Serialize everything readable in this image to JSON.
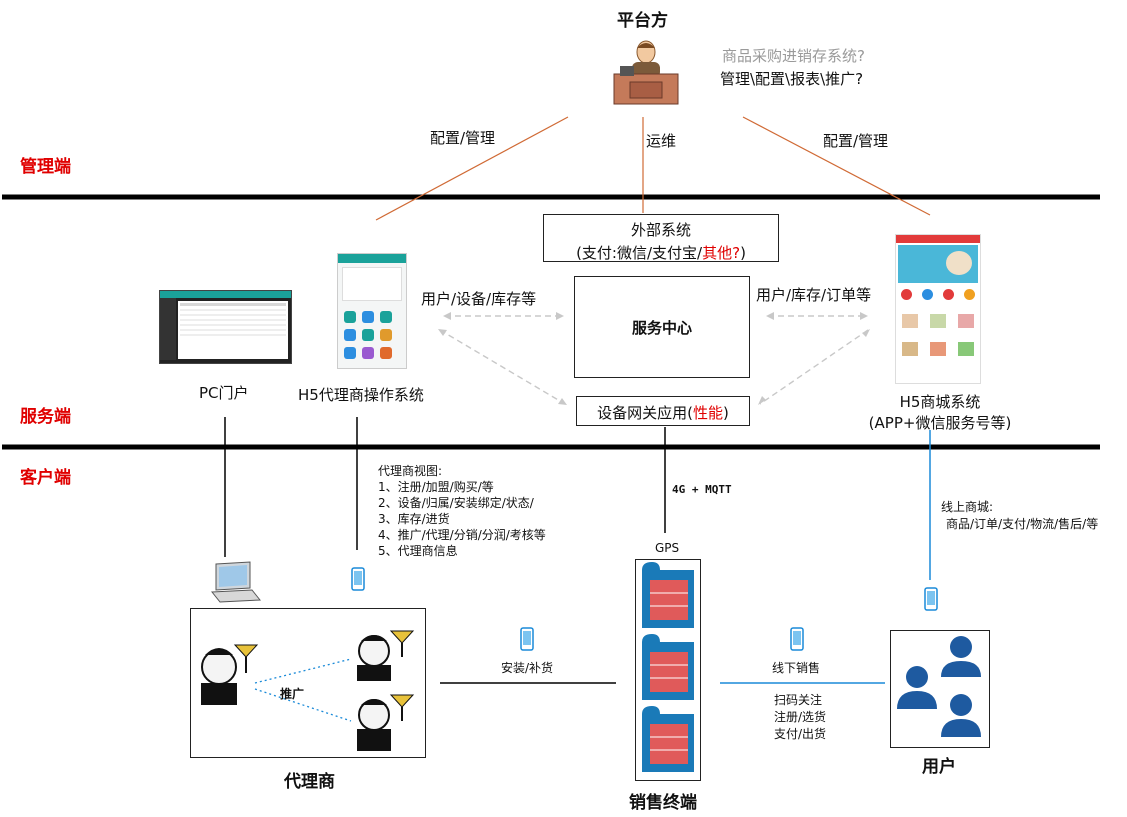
{
  "platform": {
    "title": "平台方",
    "question_line1": "商品采购进销存系统?",
    "question_line2": "管理\\配置\\报表\\推广?"
  },
  "zones": {
    "mgmt": "管理端",
    "service": "服务端",
    "client": "客户端"
  },
  "links": {
    "left_config": "配置/管理",
    "ops": "运维",
    "right_config": "配置/管理",
    "left_sync": "用户/设备/库存等",
    "right_sync": "用户/库存/订单等",
    "protocol": "4G + MQTT",
    "install": "安装/补货",
    "offline": "线下销售"
  },
  "external": {
    "line1": "外部系统",
    "line2_prefix": "(支付:微信/支付宝/",
    "line2_red": "其他?",
    "line2_suffix": ")"
  },
  "service_center": "服务中心",
  "gateway": {
    "prefix": "设备网关应用(",
    "red": "性能",
    "suffix": ")"
  },
  "pc_portal": "PC门户",
  "h5_agent": "H5代理商操作系统",
  "h5_mall": {
    "line1": "H5商城系统",
    "line2": "(APP+微信服务号等)"
  },
  "agent_view": {
    "title": "代理商视图:",
    "items": [
      "1、注册/加盟/购买/等",
      "2、设备/归属/安装绑定/状态/",
      "3、库存/进货",
      "4、推广/代理/分销/分润/考核等",
      "5、代理商信息"
    ]
  },
  "online_mall": {
    "title": "线上商城:",
    "detail": "商品/订单/支付/物流/售后/等"
  },
  "gps": "GPS",
  "agent": {
    "label": "代理商",
    "promote": "推广"
  },
  "terminal": "销售终端",
  "user": "用户",
  "offline_steps": [
    "扫码关注",
    "注册/选货",
    "支付/出货"
  ],
  "colors": {
    "zone": "#e00000",
    "mgmt_line": "#d06a35",
    "blue_line": "#1a8ad8",
    "dash": "#c8c8c8"
  }
}
